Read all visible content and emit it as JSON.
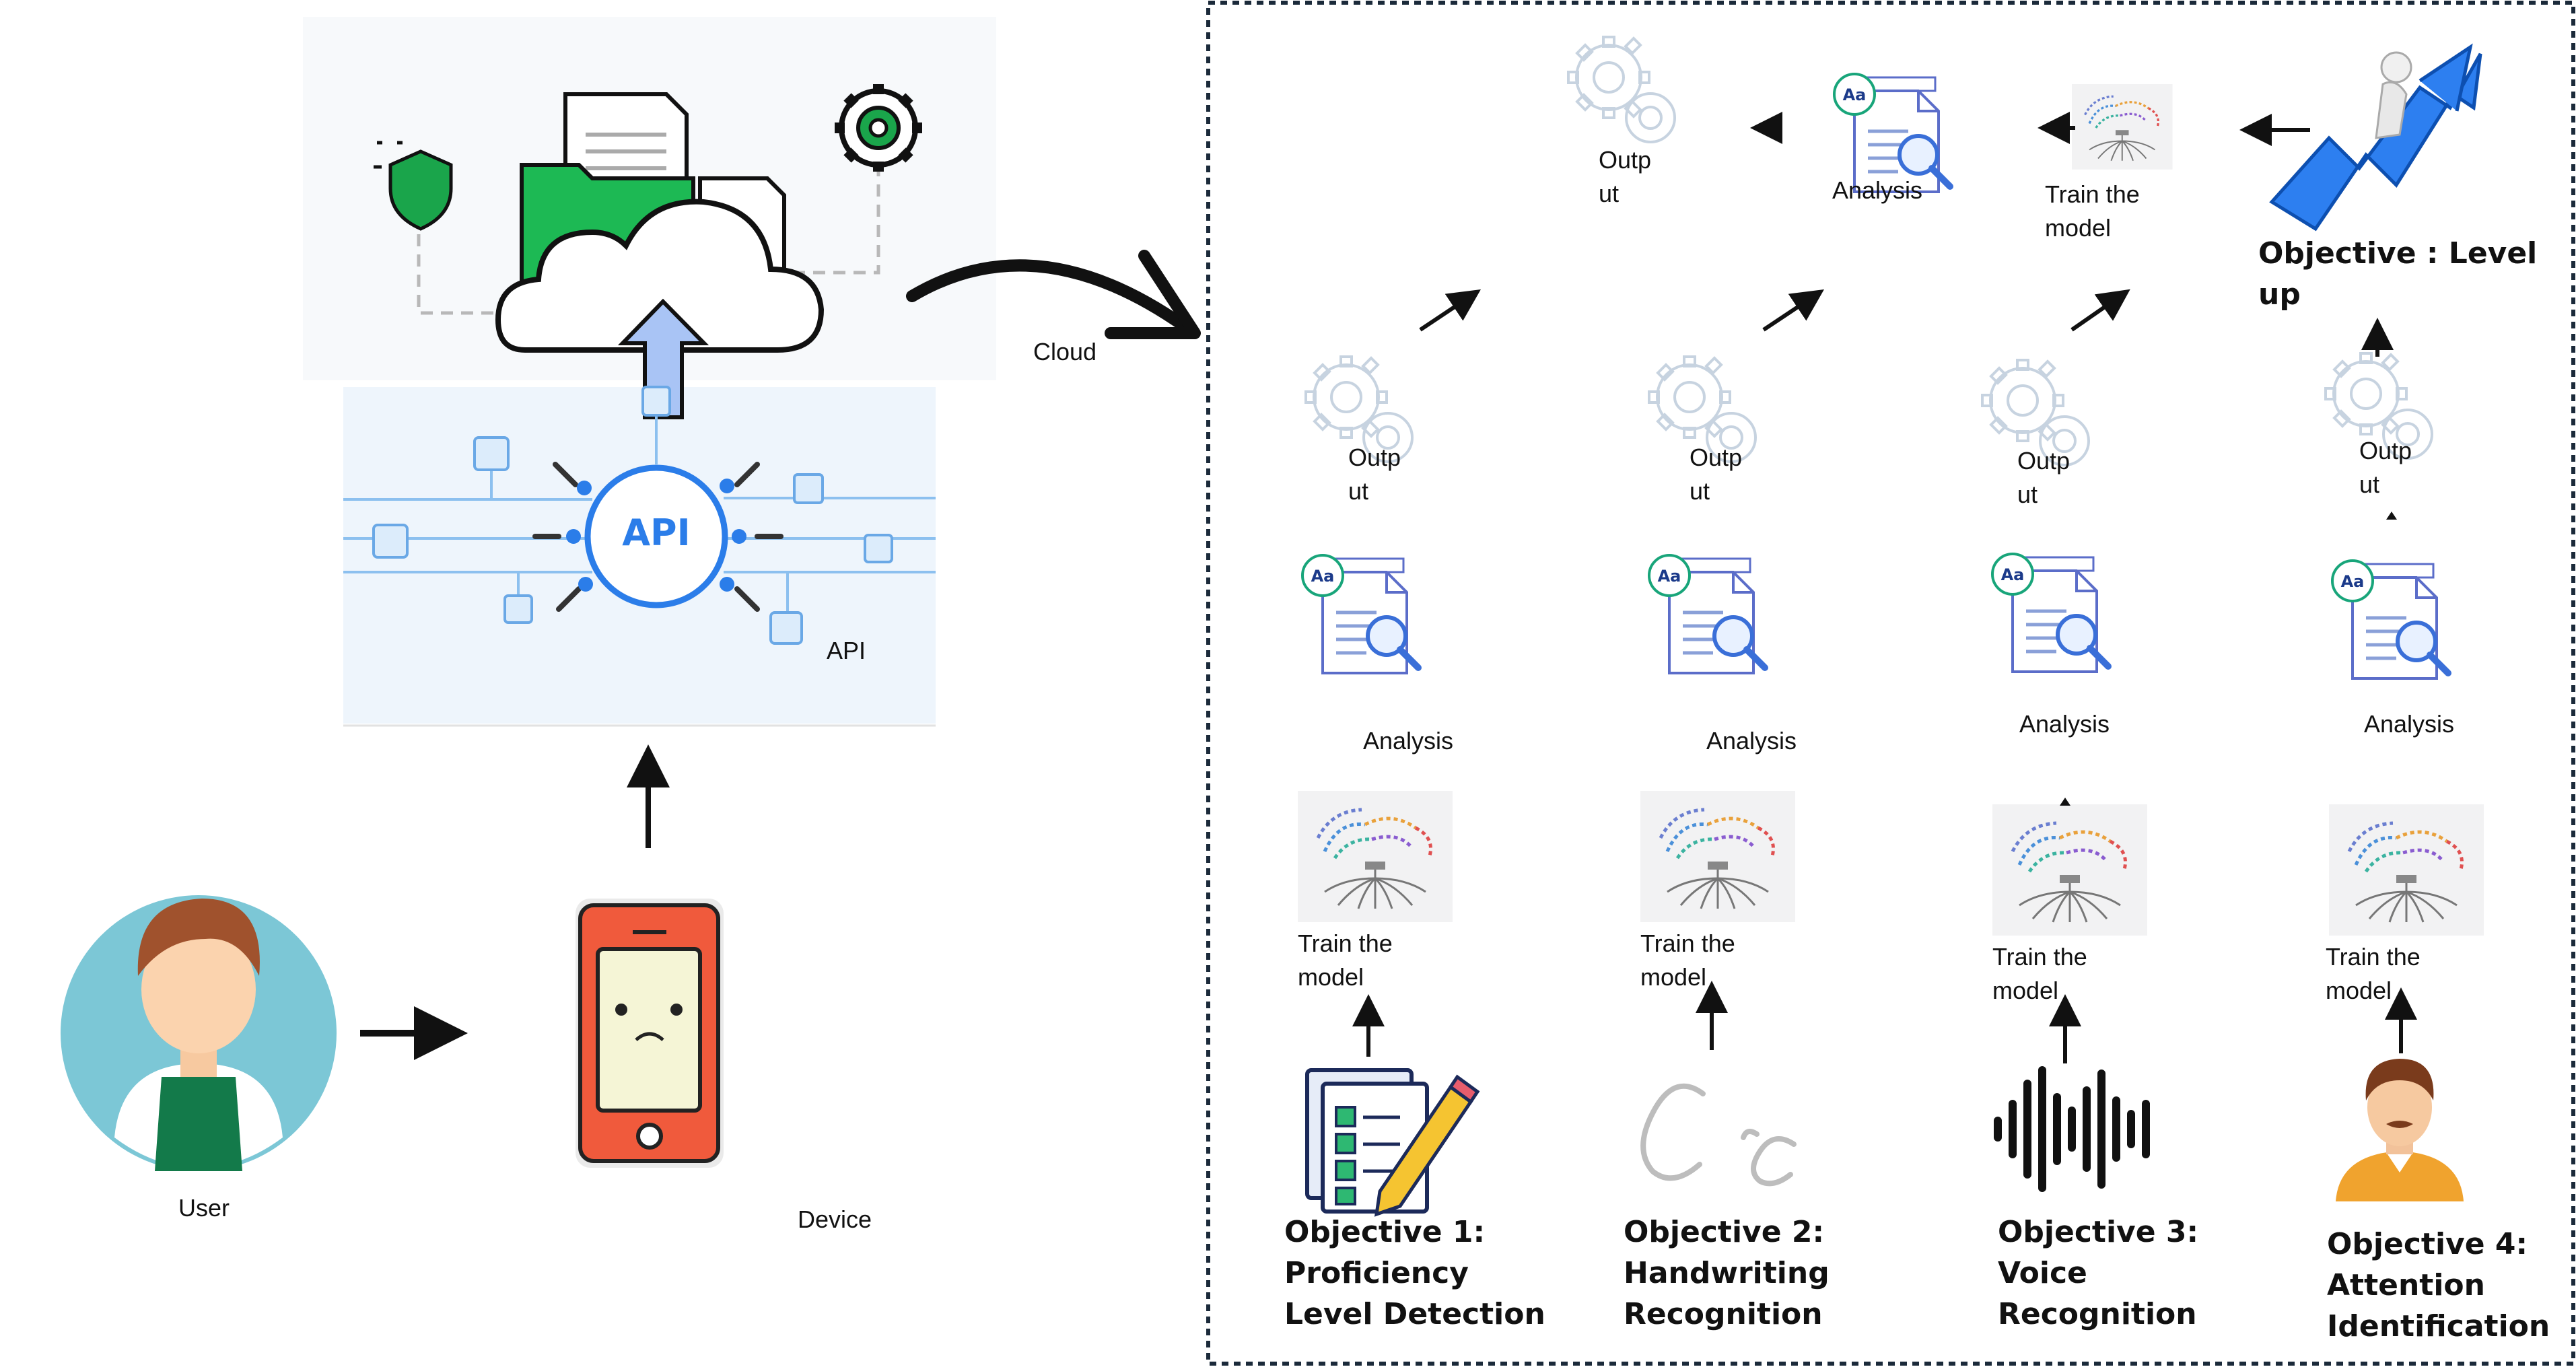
{
  "left": {
    "cloud_label": "Cloud",
    "api_badge": "API",
    "api_label": "API",
    "user_label": "User",
    "device_label": "Device"
  },
  "panel": {
    "top_row": {
      "output": "Outp\nut",
      "analysis": "Analysis",
      "train": "Train the\nmodel",
      "level_up": "Objective : Level\nup"
    },
    "columns": [
      {
        "output": "Outp\nut",
        "analysis": "Analysis",
        "train": "Train the\nmodel",
        "objective": "Objective 1:\nProficiency\nLevel Detection"
      },
      {
        "output": "Outp\nut",
        "analysis": "Analysis",
        "train": "Train the\nmodel",
        "objective": "Objective 2:\nHandwriting\nRecognition"
      },
      {
        "output": "Outp\nut",
        "analysis": "Analysis",
        "train": "Train the\nmodel",
        "objective": "Objective 3:\nVoice\nRecognition"
      },
      {
        "output": "Outp\nut",
        "analysis": "Analysis",
        "train": "Train the\nmodel",
        "objective": "Objective 4:\nAttention\nIdentification"
      }
    ]
  },
  "colors": {
    "accent_blue": "#1a73e8",
    "folder_green": "#1db954",
    "api_blue": "#2b7de9",
    "phone_red": "#f05a3c",
    "user_bg": "#7cc7d6"
  }
}
